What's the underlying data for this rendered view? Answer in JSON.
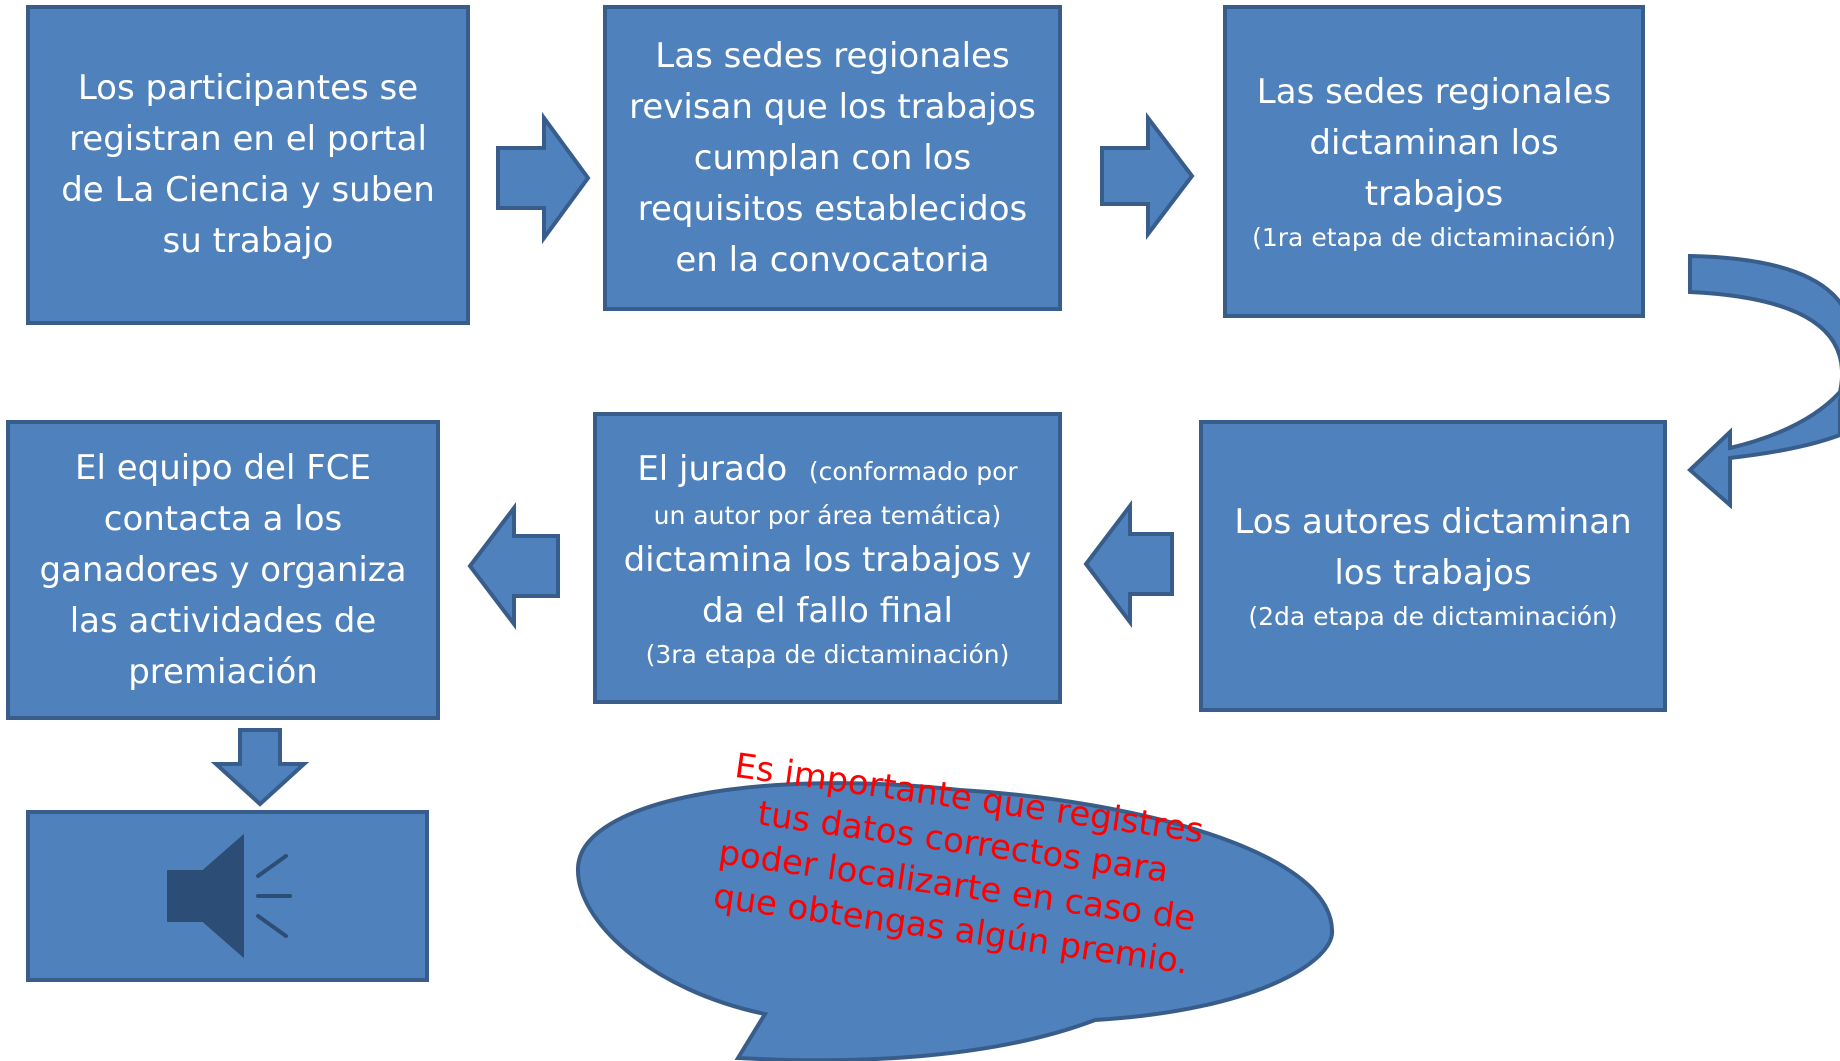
{
  "steps": {
    "s1": {
      "lines": [
        "Los participantes se",
        "registran en el portal",
        "de La Ciencia y suben",
        "su trabajo"
      ]
    },
    "s2": {
      "lines": [
        "Las sedes regionales",
        "revisan que los trabajos",
        "cumplan con los",
        "requisitos establecidos",
        "en la convocatoria"
      ]
    },
    "s3": {
      "lines": [
        "Las sedes regionales",
        "dictaminan los",
        "trabajos"
      ],
      "note": "(1ra etapa de dictaminación)"
    },
    "s4": {
      "lines": [
        "Los autores dictaminan",
        "los trabajos"
      ],
      "note": "(2da etapa de dictaminación)"
    },
    "s5": {
      "main": "El jurado",
      "aside1": "(conformado por",
      "aside2": "un autor por área temática)",
      "line3": "dictamina los trabajos  y",
      "line4": "da el fallo final",
      "note": "(3ra etapa de dictaminación)"
    },
    "s6": {
      "lines": [
        "El equipo del FCE",
        "contacta a los",
        "ganadores y organiza",
        "las actividades de",
        "premiación"
      ]
    },
    "s7": {
      "icon": "speaker-icon"
    }
  },
  "callout": {
    "lines": [
      "Es importante que registres",
      "tus datos correctos para",
      "poder localizarte en caso de",
      "que obtengas algún premio."
    ]
  },
  "colors": {
    "box_fill": "#4f81bd",
    "box_border": "#385d8a",
    "callout_text": "#ff0000",
    "speaker": "#2c4d75"
  }
}
